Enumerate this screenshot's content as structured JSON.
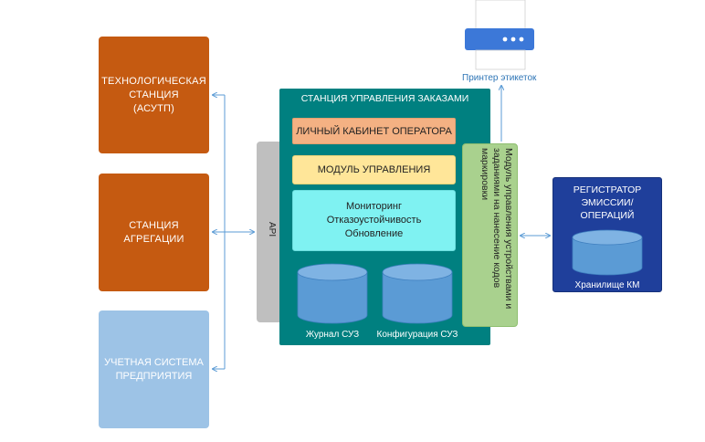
{
  "left_boxes": {
    "tech_station": "ТЕХНОЛОГИЧЕСКАЯ\nСТАНЦИЯ\n(АСУТП)",
    "aggregation": "СТАНЦИЯ\nАГРЕГАЦИИ",
    "erp": "УЧЕТНАЯ СИСТЕМА\nПРЕДПРИЯТИЯ"
  },
  "suz": {
    "title": "СТАНЦИЯ УПРАВЛЕНИЯ ЗАКАЗАМИ",
    "operator_cabinet": "ЛИЧНЫЙ КАБИНЕТ ОПЕРАТОРА",
    "control_module": "МОДУЛЬ УПРАВЛЕНИЯ",
    "monitoring": "Мониторинг\nОтказоустойчивость\nОбновление",
    "journal": "Журнал СУЗ",
    "config": "Конфигурация СУЗ"
  },
  "api_label": "API",
  "device_module": "Модуль управления устройствами и заданиями на нанесение кодов маркировки",
  "printer_label": "Принтер этикеток",
  "registrar": {
    "title": "РЕГИСТРАТОР\nЭМИССИИ/\nОПЕРАЦИЙ",
    "storage": "Хранилище КМ"
  },
  "colors": {
    "orange": "#c55a11",
    "light_blue": "#9dc3e6",
    "teal": "#008080",
    "navy": "#1f3f9b",
    "cylinder": "#5b9bd5",
    "arrow": "#5b9bd5"
  }
}
